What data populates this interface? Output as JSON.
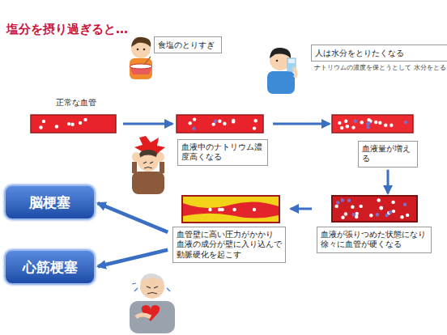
{
  "diagram": {
    "title": "塩分を摂り過ぎると…",
    "nodes": [
      {
        "text": [
          "食塩のとりすぎ"
        ]
      },
      {
        "text": [
          "人は水分をとりたくなる",
          "ナトリウムの濃度を保とうとして 水分をとる"
        ]
      },
      {
        "text": [
          "正常な血管"
        ]
      },
      {
        "text": [
          "血液中のナトリウム濃度高くなる"
        ]
      },
      {
        "text": [
          "血液量が増える"
        ]
      },
      {
        "text": [
          "血液が張りつめた状態になり 徐々に血管が硬くなる"
        ]
      },
      {
        "text": [
          "血管壁に高い圧力がかかり 血液の成分が壁に入り込んで 動脈硬化を起こす"
        ]
      },
      {
        "text": [
          "脳梗塞"
        ]
      },
      {
        "text": [
          "心筋梗塞"
        ]
      }
    ],
    "edges": [
      {
        "from": 2,
        "to": 3,
        "arrow": "to"
      },
      {
        "from": 3,
        "to": 4,
        "arrow": "to"
      },
      {
        "from": 4,
        "to": 5,
        "arrow": "to"
      },
      {
        "from": 5,
        "to": 6,
        "arrow": "to"
      },
      {
        "from": 6,
        "to": 7,
        "arrow": "to"
      },
      {
        "from": 6,
        "to": 8,
        "arrow": "to"
      }
    ]
  }
}
